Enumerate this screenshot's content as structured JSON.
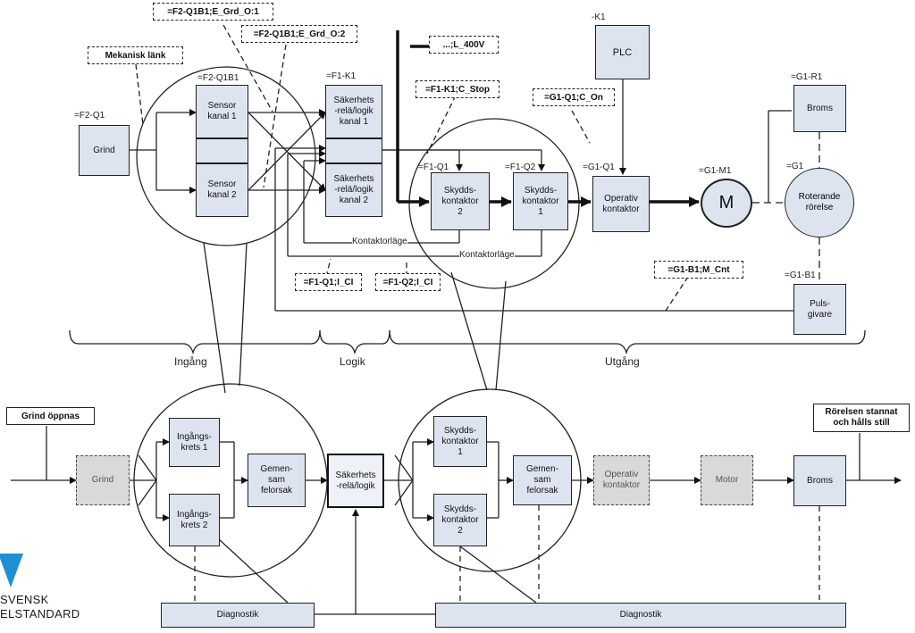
{
  "tags": {
    "grd_o1": "=F2-Q1B1;E_Grd_O:1",
    "grd_o2": "=F2-Q1B1;E_Grd_O:2",
    "mekanisk": "Mekanisk länk",
    "v400": "...;L_400V",
    "c_stop": "=F1-K1;C_Stop",
    "c_on": "=G1-Q1;C_On",
    "q1_ci": "=F1-Q1;I_CI",
    "q2_ci": "=F1-Q2;I_CI",
    "m_cnt": "=G1-B1;M_Cnt",
    "grind_oppnas": "Grind öppnas",
    "stopped": "Rörelsen stannat\noch hålls still"
  },
  "ids": {
    "f2q1": "=F2-Q1",
    "f2q1b1": "=F2-Q1B1",
    "f1k1": "=F1-K1",
    "k1": "-K1",
    "g1r1": "=G1-R1",
    "f1q1": "=F1-Q1",
    "f1q2": "=F1-Q2",
    "g1q1": "=G1-Q1",
    "g1m1": "=G1-M1",
    "g1": "=G1",
    "g1b1": "=G1-B1"
  },
  "blocks": {
    "grind": "Grind",
    "sensor1": "Sensor\nkanal 1",
    "sensor2": "Sensor\nkanal 2",
    "sak1": "Säkerhets\n-relä/logik\nkanal 1",
    "sak2": "Säkerhets\n-relä/logik\nkanal 2",
    "plc": "PLC",
    "skydd2": "Skydds-\nkontaktor\n2",
    "skydd1": "Skydds-\nkontaktor\n1",
    "operativ": "Operativ\nkontaktor",
    "motor": "M",
    "roterande": "Roterande\nrörelse",
    "broms": "Broms",
    "puls": "Puls-\ngivare"
  },
  "feedback": {
    "kontaktorlage1": "Kontaktorläge",
    "kontaktorlage2": "Kontaktorläge"
  },
  "sections": {
    "ingang": "Ingång",
    "logik": "Logik",
    "utgang": "Utgång"
  },
  "lower": {
    "grind": "Grind",
    "ingangskrets1": "Ingångs-\nkrets 1",
    "ingangskrets2": "Ingångs-\nkrets 2",
    "gemensam1": "Gemen-\nsam\nfelorsak",
    "sakerhet": "Säkerhets\n-relä/logik",
    "skydd1": "Skydds-\nkontaktor\n1",
    "skydd2": "Skydds-\nkontaktor\n2",
    "gemensam2": "Gemen-\nsam\nfelorsak",
    "operativ": "Operativ\nkontaktor",
    "motor": "Motor",
    "broms": "Broms",
    "diagnostik1": "Diagnostik",
    "diagnostik2": "Diagnostik"
  },
  "logo": {
    "line1": "SVENSK",
    "line2": "ELSTANDARD",
    "color": "#1e90d6"
  }
}
